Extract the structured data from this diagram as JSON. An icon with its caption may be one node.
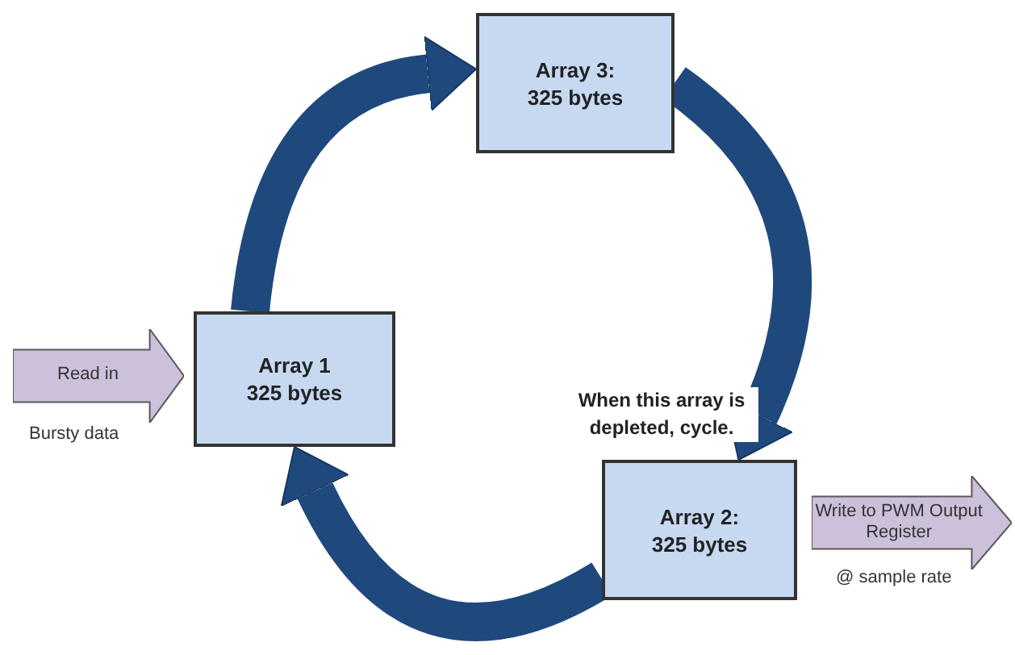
{
  "diagram": {
    "nodes": [
      {
        "text": [
          "Array 3:",
          "325 bytes"
        ]
      },
      {
        "text": [
          "Read in"
        ],
        "beside": [
          "Bursty data"
        ]
      },
      {
        "text": [
          "Array 1",
          "325 bytes"
        ]
      },
      {
        "text": [
          "Array 2:",
          "325 bytes"
        ]
      },
      {
        "text": [
          "Write to PWM Output Register"
        ],
        "beside": [
          "@ sample rate"
        ]
      }
    ],
    "edges": [
      {
        "from": 2,
        "to": 0,
        "arrow": "to"
      },
      {
        "from": 0,
        "to": 3,
        "arrow": "to"
      },
      {
        "from": 3,
        "to": 2,
        "arrow": "to"
      }
    ],
    "labels": [
      "When this array is depleted, cycle."
    ]
  }
}
